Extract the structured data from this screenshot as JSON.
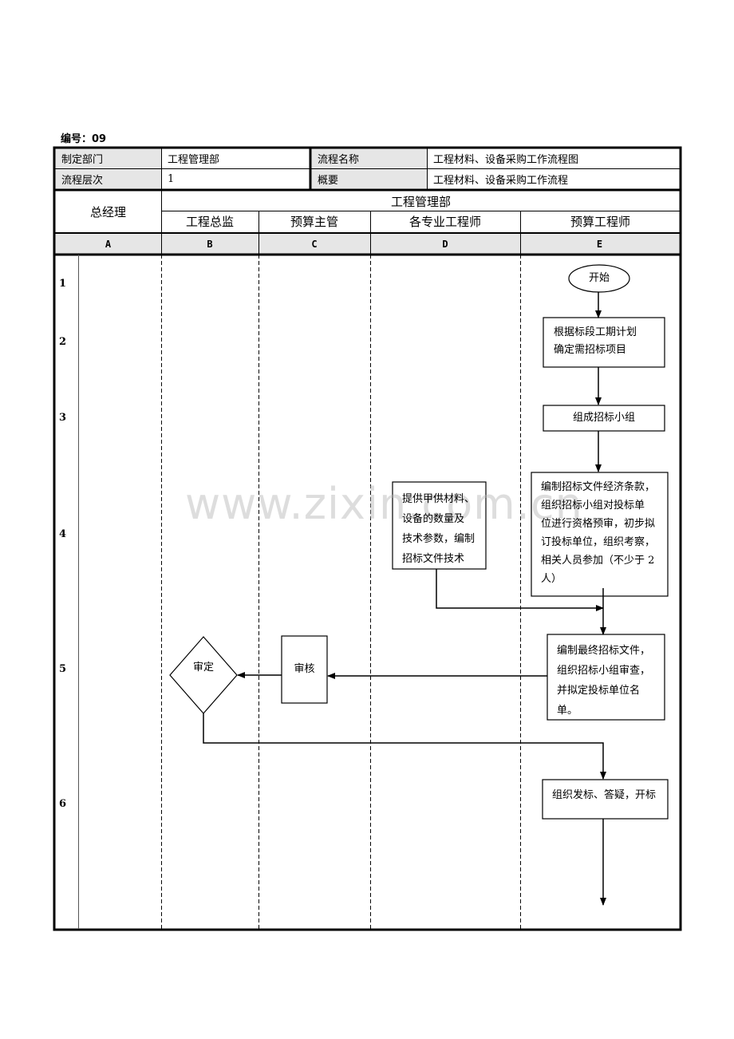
{
  "doc_number": "编号：09",
  "header": {
    "dept_label": "制定部门",
    "dept_value": "工程管理部",
    "flow_name_label": "流程名称",
    "flow_name_value": "工程材料、设备采购工作流程图",
    "level_label": "流程层次",
    "level_value": "1",
    "summary_label": "概要",
    "summary_value": "工程材料、设备采购工作流程"
  },
  "lanes": {
    "gm": "总经理",
    "dept": "工程管理部",
    "b": "工程总监",
    "c": "预算主管",
    "d": "各专业工程师",
    "e": "预算工程师",
    "letters": [
      "A",
      "B",
      "C",
      "D",
      "E"
    ]
  },
  "rows": [
    "1",
    "2",
    "3",
    "4",
    "5",
    "6"
  ],
  "nodes": {
    "start": "开始",
    "step2": [
      "根据标段工期计划",
      "确定需招标项目"
    ],
    "step3": "组成招标小组",
    "step4e": [
      "编制招标文件经济条款，",
      "组织招标小组对投标单",
      "位进行资格预审，初步拟",
      "订投标单位，组织考察，",
      "相关人员参加（不少于 2",
      "人）"
    ],
    "step4d": [
      "提供甲供材料、",
      "设备的数量及",
      "技术参数，编制",
      "招标文件技术"
    ],
    "step5e": [
      "编制最终招标文件，",
      "组织招标小组审查，",
      "并拟定投标单位名",
      "单。"
    ],
    "step5c": "审核",
    "step5b": "审定",
    "step6": "组织发标、答疑，开标"
  },
  "watermark": "www.zixin.com.cn"
}
